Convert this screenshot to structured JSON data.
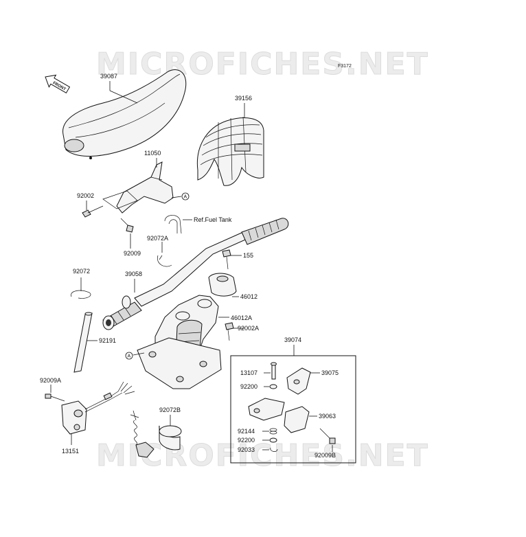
{
  "watermark": "MICROFICHES.NET",
  "figure_code": "F3172",
  "front_label": "FRONT",
  "ref_a": "A",
  "ref_fuel_tank": "Ref.Fuel Tank",
  "parts": {
    "p39087": "39087",
    "p39156": "39156",
    "p11050": "11050",
    "p92002": "92002",
    "p92009": "92009",
    "p92072A": "92072A",
    "p155": "155",
    "p92072": "92072",
    "p39058": "39058",
    "p46012": "46012",
    "p46012A": "46012A",
    "p92002A": "92002A",
    "p92191": "92191",
    "p39074": "39074",
    "p13107": "13107",
    "p39075": "39075",
    "p92200a": "92200",
    "p39063": "39063",
    "p92144": "92144",
    "p92200b": "92200",
    "p92033": "92033",
    "p92009B": "92009B",
    "p92009A": "92009A",
    "p92072B": "92072B",
    "p13151": "13151"
  }
}
